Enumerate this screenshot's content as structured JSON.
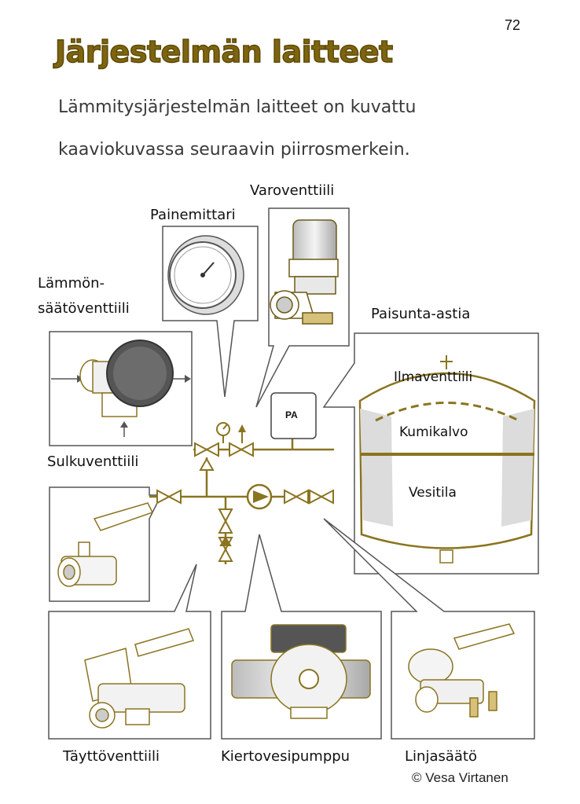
{
  "page_number": "72",
  "title": "Järjestelmän laitteet",
  "intro": {
    "line1": "Lämmitysjärjestelmän laitteet on kuvattu",
    "line2": "kaaviokuvassa seuraavin piirrosmerkein."
  },
  "labels": {
    "varoventtiili": "Varoventtiili",
    "painemittari": "Painemittari",
    "lammonsaato_line1": "Lämmön-",
    "lammonsaato_line2": "säätöventtiili",
    "paisunta_astia": "Paisunta-astia",
    "sulkuventtiili": "Sulkuventtiili",
    "ilmaventtiili": "Ilmaventtiili",
    "kumikalvo": "Kumikalvo",
    "vesitila": "Vesitila",
    "pa": "PA",
    "tayttoventtiili": "Täyttöventtiili",
    "kiertovesipumppu": "Kiertovesipumppu",
    "linjasaato": "Linjasäätö"
  },
  "credit": "© Vesa Virtanen",
  "colors": {
    "title": "#7d6510",
    "outline": "#8a7420",
    "gold": "#b8931c",
    "gray": "#555555"
  }
}
